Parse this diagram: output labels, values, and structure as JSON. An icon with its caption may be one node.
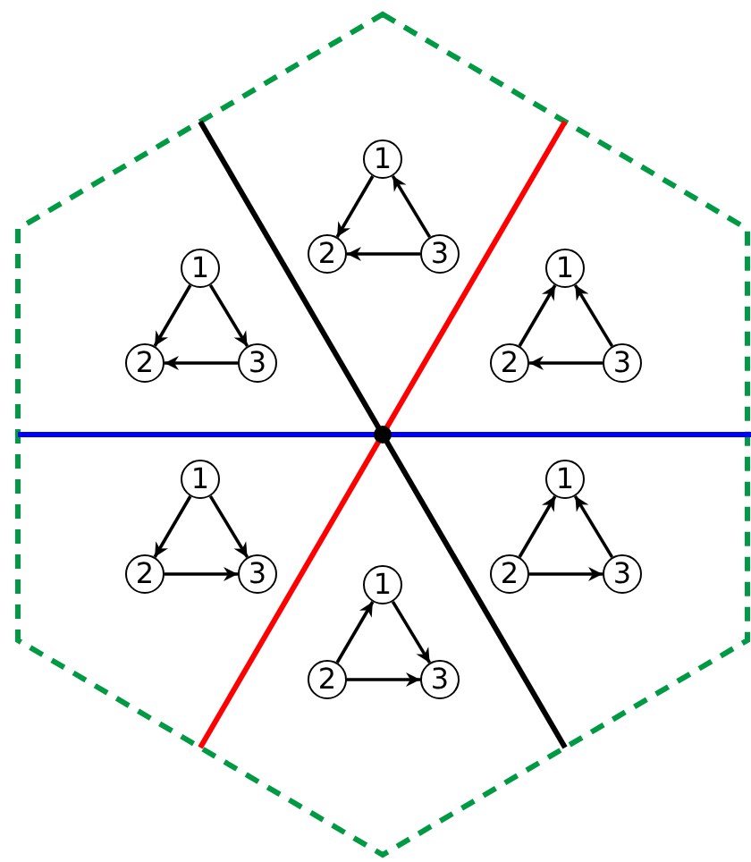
{
  "diagram": {
    "nodes": [
      {
        "text": [
          "1"
        ]
      },
      {
        "text": [
          "2"
        ]
      },
      {
        "text": [
          "3"
        ]
      },
      {
        "text": [
          "1"
        ]
      },
      {
        "text": [
          "2"
        ]
      },
      {
        "text": [
          "3"
        ]
      },
      {
        "text": [
          "1"
        ]
      },
      {
        "text": [
          "2"
        ]
      },
      {
        "text": [
          "3"
        ]
      },
      {
        "text": [
          "1"
        ]
      },
      {
        "text": [
          "2"
        ]
      },
      {
        "text": [
          "3"
        ]
      },
      {
        "text": [
          "1"
        ]
      },
      {
        "text": [
          "2"
        ]
      },
      {
        "text": [
          "3"
        ]
      },
      {
        "text": [
          "1"
        ]
      },
      {
        "text": [
          "2"
        ]
      },
      {
        "text": [
          "3"
        ]
      }
    ],
    "edges": [
      {
        "from": 0,
        "to": 1,
        "arrow": "to"
      },
      {
        "from": 2,
        "to": 0,
        "arrow": "to"
      },
      {
        "from": 2,
        "to": 1,
        "arrow": "to"
      },
      {
        "from": 3,
        "to": 4,
        "arrow": "to"
      },
      {
        "from": 3,
        "to": 5,
        "arrow": "to"
      },
      {
        "from": 5,
        "to": 4,
        "arrow": "to"
      },
      {
        "from": 7,
        "to": 6,
        "arrow": "to"
      },
      {
        "from": 8,
        "to": 6,
        "arrow": "to"
      },
      {
        "from": 8,
        "to": 7,
        "arrow": "to"
      },
      {
        "from": 9,
        "to": 10,
        "arrow": "to"
      },
      {
        "from": 9,
        "to": 11,
        "arrow": "to"
      },
      {
        "from": 10,
        "to": 11,
        "arrow": "to"
      },
      {
        "from": 13,
        "to": 12,
        "arrow": "to"
      },
      {
        "from": 14,
        "to": 12,
        "arrow": "to"
      },
      {
        "from": 13,
        "to": 14,
        "arrow": "to"
      },
      {
        "from": 16,
        "to": 15,
        "arrow": "to"
      },
      {
        "from": 15,
        "to": 17,
        "arrow": "to"
      },
      {
        "from": 16,
        "to": 17,
        "arrow": "to"
      }
    ]
  }
}
